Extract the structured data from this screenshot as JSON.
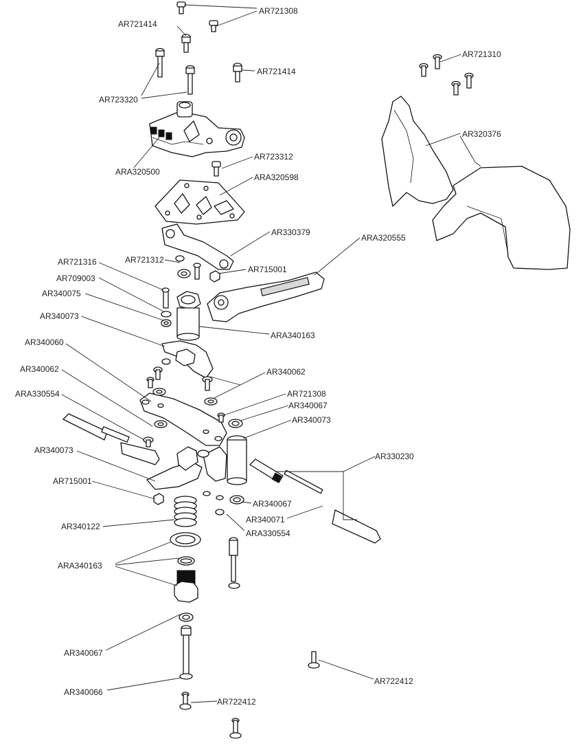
{
  "labels": {
    "l01": "AR721308",
    "l02": "AR721414",
    "l03": "AR721414",
    "l04": "AR723320",
    "l05": "AR721310",
    "l06": "AR320376",
    "l07": "ARA320500",
    "l08": "AR723312",
    "l09": "ARA320598",
    "l10": "AR330379",
    "l11": "ARA320555",
    "l12": "AR721316",
    "l13": "AR721312",
    "l14": "AR715001",
    "l15": "AR709003",
    "l16": "AR340075",
    "l17": "AR340073",
    "l18": "ARA340163",
    "l19": "AR340060",
    "l20": "AR340062",
    "l21": "AR340062",
    "l22": "ARA330554",
    "l23": "AR721308",
    "l24": "AR340067",
    "l25": "AR340073",
    "l26": "AR340073",
    "l27": "AR330230",
    "l28": "AR715001",
    "l29": "AR340067",
    "l30": "AR340071",
    "l31": "AR340122",
    "l32": "ARA330554",
    "l33": "ARA340163",
    "l34": "AR340067",
    "l35": "AR722412",
    "l36": "AR340066",
    "l37": "AR722412"
  }
}
